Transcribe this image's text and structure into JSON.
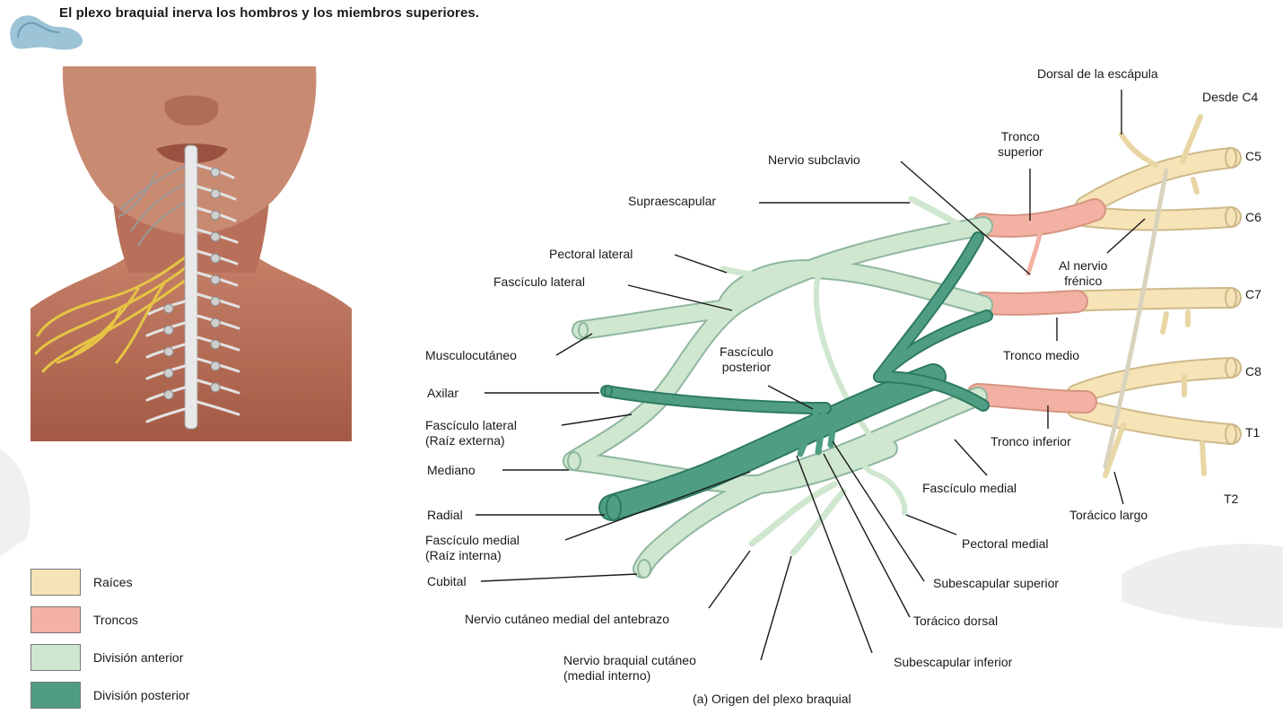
{
  "title": "El plexo braquial inerva los hombros y los miembros superiores.",
  "colors": {
    "roots": "#f6e3b6",
    "trunks": "#f2b1a2",
    "anterior": "#cfe6cf",
    "posterior": "#4f9e84",
    "skin": "#b76c54",
    "spine": "#e8e8e8",
    "nerve_gold": "#e6c444"
  },
  "labels": {
    "dorsal_escapula": "Dorsal de la escápula",
    "desde_c4": "Desde C4",
    "c5": "C5",
    "c6": "C6",
    "c7": "C7",
    "c8": "C8",
    "t1": "T1",
    "t2": "T2",
    "tronco_superior": "Tronco\nsuperior",
    "nervio_subclavio": "Nervio subclavio",
    "supraescapular": "Supraescapular",
    "pectoral_lateral": "Pectoral lateral",
    "fasciculo_lateral": "Fascículo lateral",
    "al_nervio_frenico": "Al nervio\nfrénico",
    "musculocutaneo": "Musculocutáneo",
    "tronco_medio": "Tronco medio",
    "fasciculo_posterior": "Fascículo\nposterior",
    "axilar": "Axilar",
    "fasciculo_lateral_raiz": "Fascículo lateral\n(Raíz externa)",
    "tronco_inferior": "Tronco inferior",
    "mediano": "Mediano",
    "fasciculo_medial": "Fascículo medial",
    "radial": "Radial",
    "toracico_largo": "Torácico largo",
    "fasciculo_medial_raiz": "Fascículo medial\n(Raíz interna)",
    "pectoral_medial": "Pectoral medial",
    "cubital": "Cubital",
    "subescapular_superior": "Subescapular superior",
    "nervio_cutaneo_antebrazo": "Nervio cutáneo medial del antebrazo",
    "toracico_dorsal": "Torácico dorsal",
    "nervio_braquial_cutaneo": "Nervio braquial cutáneo\n(medial interno)",
    "subescapular_inferior": "Subescapular inferior"
  },
  "caption": "(a) Origen del plexo braquial",
  "legend": [
    {
      "label": "Raíces",
      "color": "#f6e3b6"
    },
    {
      "label": "Troncos",
      "color": "#f2b1a2"
    },
    {
      "label": "División anterior",
      "color": "#cfe6cf"
    },
    {
      "label": "División posterior",
      "color": "#4f9e84"
    }
  ]
}
